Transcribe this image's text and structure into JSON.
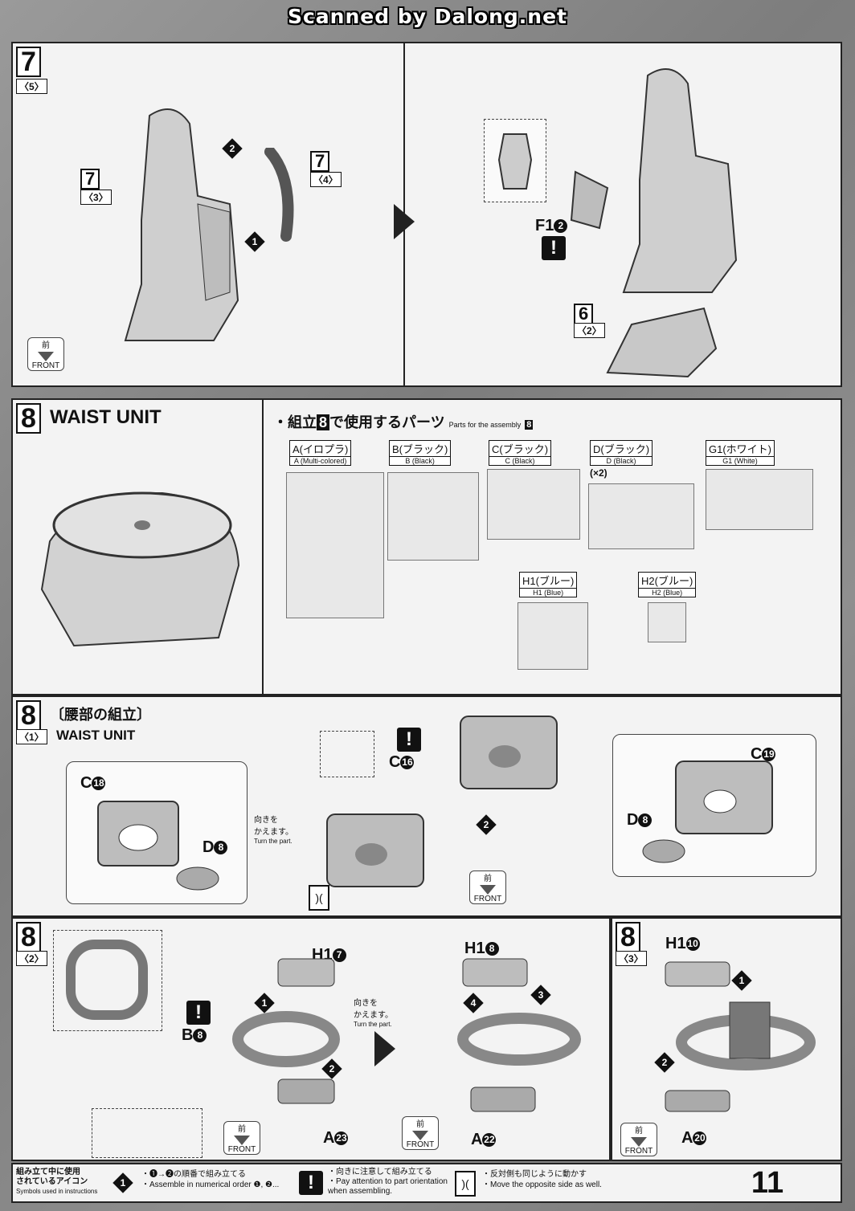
{
  "header": {
    "scan_credit": "Scanned by Dalong.net"
  },
  "step7": {
    "number": "7",
    "sub": "〈5〉",
    "left": {
      "part_a": {
        "num": "7",
        "sub": "〈3〉"
      },
      "part_b": {
        "num": "7",
        "sub": "〈4〉"
      },
      "seq1": "1",
      "seq2": "2"
    },
    "right": {
      "part_code": "F1",
      "part_circle": "2",
      "sub_assembly": {
        "num": "6",
        "sub": "〈2〉"
      }
    },
    "front_jp": "前",
    "front_en": "FRONT"
  },
  "step8_intro": {
    "number": "8",
    "title": "WAIST UNIT",
    "parts_heading_jp_pre": "・組立",
    "parts_heading_num": "8",
    "parts_heading_jp_post": "で使用するパーツ",
    "parts_heading_en": "Parts for the assembly",
    "parts_heading_en_num": "8",
    "runners": [
      {
        "name": "A(イロプラ)",
        "sub": "A (Multi-colored)"
      },
      {
        "name": "B(ブラック)",
        "sub": "B (Black)"
      },
      {
        "name": "C(ブラック)",
        "sub": "C (Black)"
      },
      {
        "name": "D(ブラック)",
        "sub": "D (Black)",
        "qty": "(×2)"
      },
      {
        "name": "G1(ホワイト)",
        "sub": "G1 (White)"
      },
      {
        "name": "H1(ブルー)",
        "sub": "H1 (Blue)"
      },
      {
        "name": "H2(ブルー)",
        "sub": "H2 (Blue)"
      }
    ]
  },
  "step8_1": {
    "number": "8",
    "sub": "〈1〉",
    "title_jp": "〔腰部の組立〕",
    "title_en": "WAIST UNIT",
    "labels": {
      "c18": "C",
      "c18n": "18",
      "d8a": "D",
      "d8an": "8",
      "c16": "C",
      "c16n": "16",
      "c19": "C",
      "c19n": "19",
      "d8b": "D",
      "d8bn": "8"
    },
    "turn_jp": "向きを\nかえます。",
    "turn_en": "Turn the part.",
    "seq2": "2",
    "front_jp": "前",
    "front_en": "FRONT"
  },
  "step8_2": {
    "number": "8",
    "sub": "〈2〉",
    "labels": {
      "h17": "H1",
      "h17n": "7",
      "b8": "B",
      "b8n": "8",
      "a23": "A",
      "a23n": "23",
      "h18": "H1",
      "h18n": "8",
      "a22": "A",
      "a22n": "22"
    },
    "seq": [
      "1",
      "2",
      "3",
      "4"
    ],
    "turn_jp": "向きを\nかえます。",
    "turn_en": "Turn the part.",
    "front_jp": "前",
    "front_en": "FRONT"
  },
  "step8_3": {
    "number": "8",
    "sub": "〈3〉",
    "labels": {
      "h110": "H1",
      "h110n": "10",
      "a20": "A",
      "a20n": "20"
    },
    "seq": [
      "1",
      "2"
    ],
    "front_jp": "前",
    "front_en": "FRONT"
  },
  "footer": {
    "legend_title_jp": "組み立て中に使用\nされているアイコン",
    "legend_title_en": "Symbols used in instructions",
    "items": [
      {
        "icon": "1",
        "jp": "・❶→❷の順番で組み立てる",
        "en": "・Assemble in numerical order ❶, ❷..."
      },
      {
        "icon": "!",
        "jp": "・向きに注意して組み立てる",
        "en": "・Pay attention to part orientation\n  when assembling."
      },
      {
        "icon": "mirror",
        "jp": "・反対側も同じように動かす",
        "en": "・Move the opposite side as well."
      }
    ],
    "page_number": "11"
  }
}
